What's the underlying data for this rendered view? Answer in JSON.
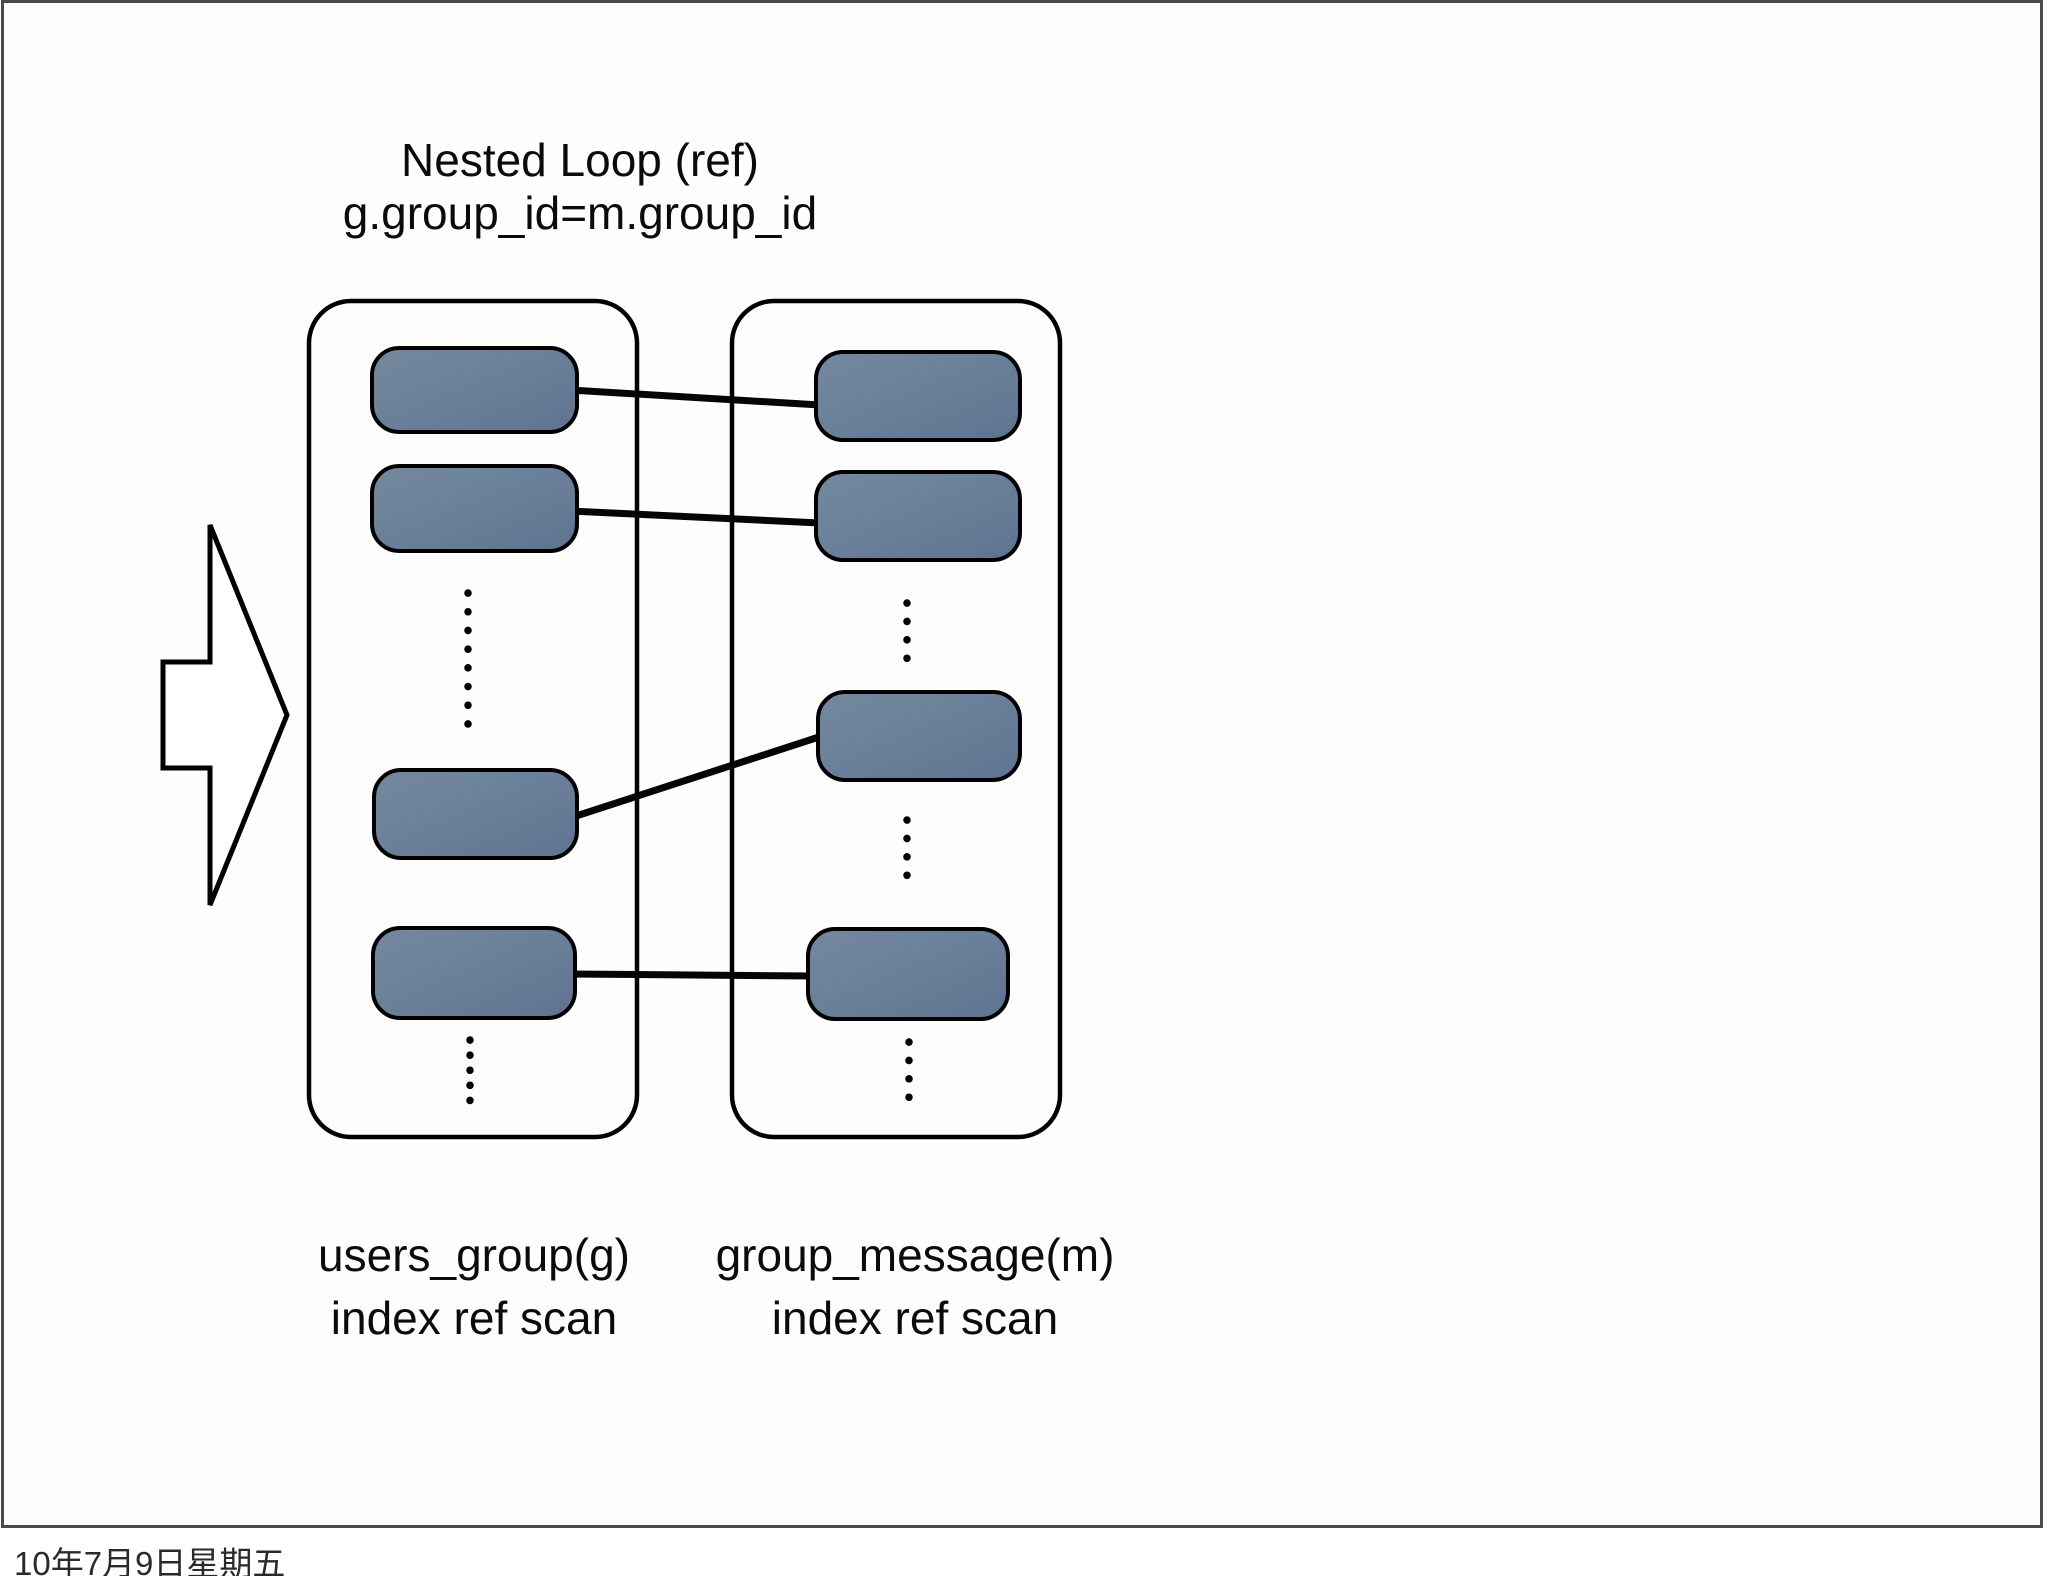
{
  "slide": {
    "title": {
      "line1": "Nested Loop (ref)",
      "line2": "g.group_id=m.group_id"
    },
    "footer_date": "10年7月9日星期五"
  },
  "diagram": {
    "type": "nested-loop-join",
    "arrow": {
      "direction": "right"
    },
    "left_table": {
      "name": "users_group(g)",
      "scan": "index ref scan",
      "visible_rows": 4,
      "ellipsis_groups": 2
    },
    "right_table": {
      "name": "group_message(m)",
      "scan": "index ref scan",
      "visible_rows": 4,
      "ellipsis_groups": 3
    },
    "connections": [
      {
        "from": "left-row-1",
        "to": "right-row-1"
      },
      {
        "from": "left-row-2",
        "to": "right-row-2"
      },
      {
        "from": "left-row-3",
        "to": "right-row-3"
      },
      {
        "from": "left-row-4",
        "to": "right-row-4"
      }
    ],
    "colors": {
      "row_fill": "#697e99",
      "row_fill_light": "#74889f",
      "row_fill_dark": "#5e7390",
      "outline": "#000000",
      "slide_border": "#4a4a4a",
      "text": "#0b0b0b"
    }
  }
}
